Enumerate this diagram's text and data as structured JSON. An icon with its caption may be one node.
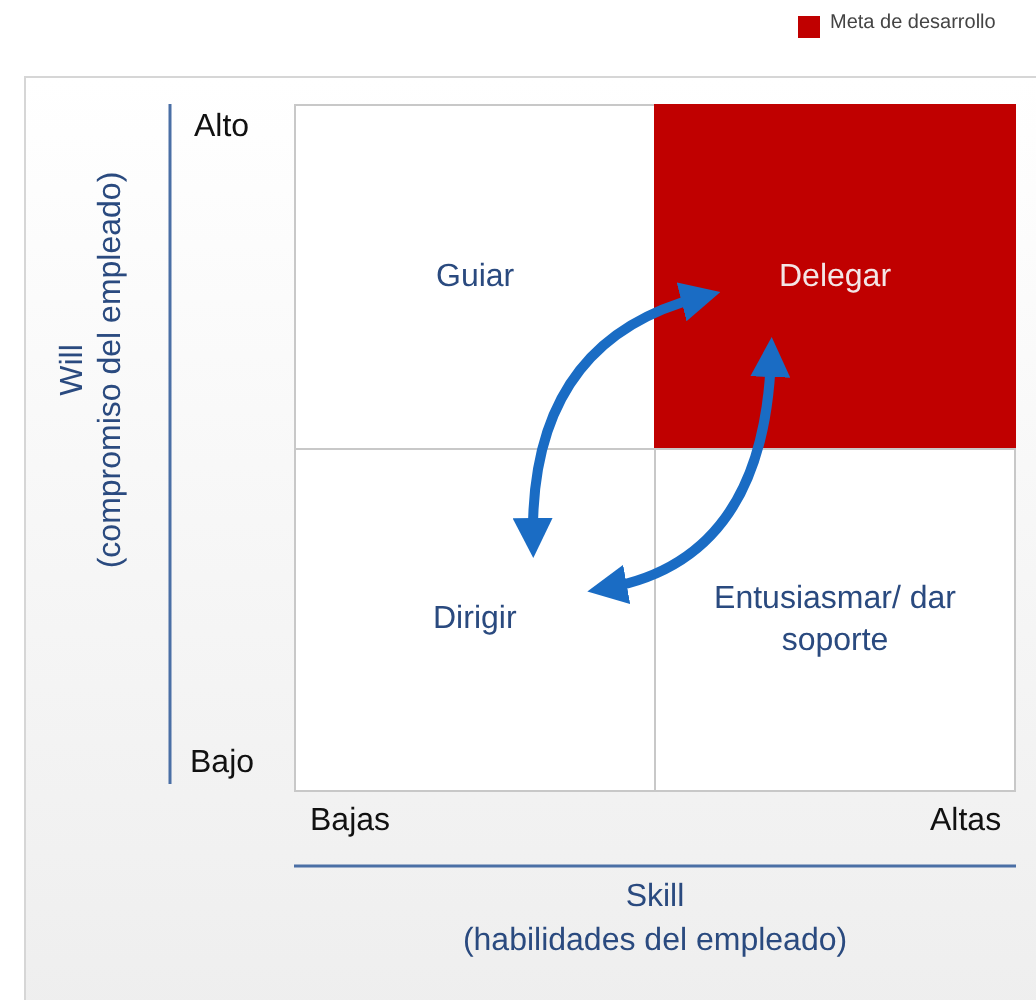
{
  "diagram": {
    "nodes": [
      {
        "text": [
          "Guiar"
        ]
      },
      {
        "text": [
          "Delegar"
        ]
      },
      {
        "text": [
          "Dirigir"
        ]
      },
      {
        "text": [
          "Entusiasmar/ dar soporte"
        ]
      }
    ],
    "edges": [
      {
        "from": 1,
        "to": 2,
        "arrow": "both"
      },
      {
        "from": 1,
        "to": 2,
        "arrow": "both"
      }
    ],
    "labels": [
      "Alto",
      "Will",
      "(compromiso del empleado)",
      "Bajo",
      "Bajas",
      "Altas",
      "Skill",
      "(habilidades del empleado)"
    ],
    "legend": [
      {
        "text": "Meta de desarrollo",
        "color": "#c00000"
      }
    ]
  }
}
